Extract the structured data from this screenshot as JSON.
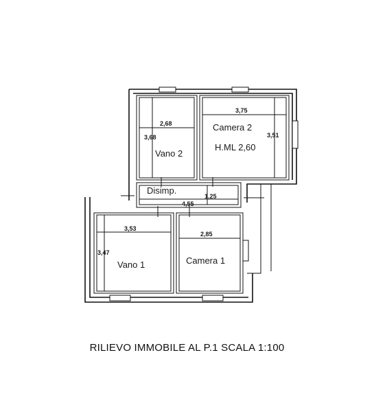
{
  "rooms": {
    "vano2": "Vano 2",
    "camera2": "Camera 2",
    "camera2_height": "H.ML 2,60",
    "disimpegno": "Disimp.",
    "vano1": "Vano 1",
    "camera1": "Camera 1"
  },
  "dimensions": {
    "vano2_width": "2,68",
    "vano2_depth": "3,68",
    "camera2_width": "3,75",
    "camera2_depth": "3,51",
    "disimp_width": "1,25",
    "disimp_length": "4,55",
    "vano1_width": "3,53",
    "vano1_depth": "3,47",
    "camera1_width": "2,85"
  },
  "caption": "RILIEVO IMMOBILE AL P.1 SCALA 1:100"
}
